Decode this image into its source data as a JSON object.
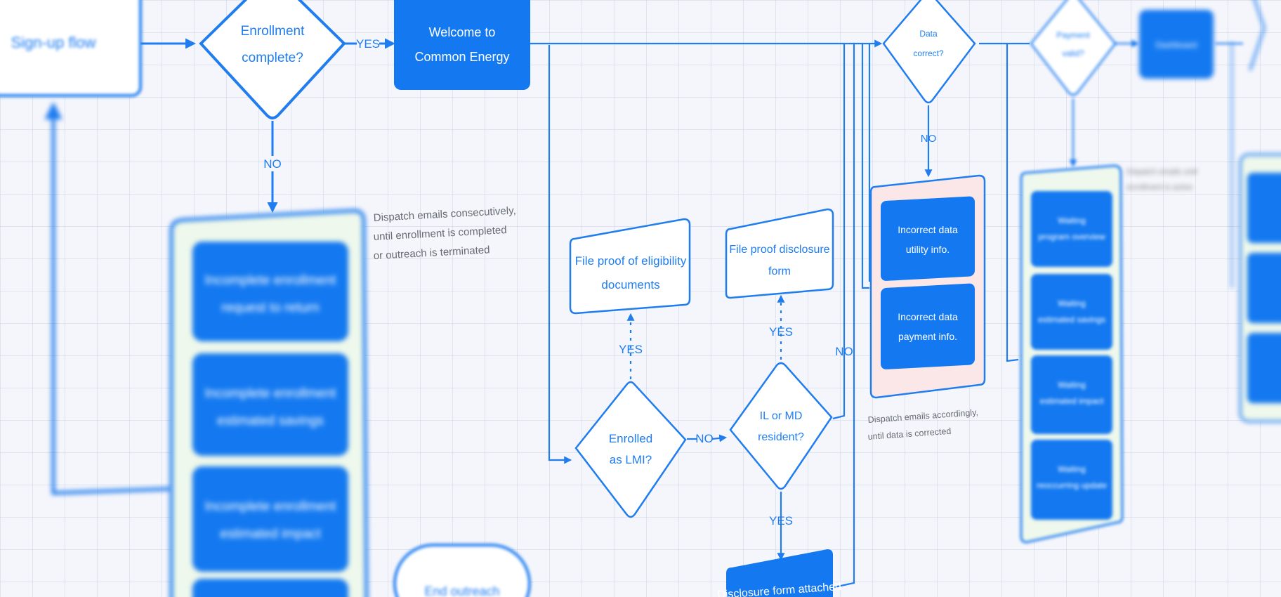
{
  "colors": {
    "accent": "#1479f0",
    "line": "#1f7df0",
    "node_fill": "#ffffff",
    "group_green_bg": "#eef8ec",
    "group_pink_bg": "#fbe7e8",
    "note_text": "#666c75",
    "grid": "#cfd6ea"
  },
  "nodes": {
    "signup": "Sign-up flow",
    "enrollment_q1": "Enrollment",
    "enrollment_q2": "complete?",
    "welcome1": "Welcome to",
    "welcome2": "Common Energy",
    "file_elig1": "File proof of eligibility",
    "file_elig2": "documents",
    "file_disc1": "File proof disclosure",
    "file_disc2": "form",
    "lmi1": "Enrolled",
    "lmi2": "as LMI?",
    "ilmd1": "IL or MD",
    "ilmd2": "resident?",
    "disclosure_attached": "Disclosure form attached",
    "data_correct1": "Data",
    "data_correct2": "correct?",
    "payment_q1": "Payment",
    "payment_q2": "valid?",
    "far_action": "Dashboard",
    "end_outreach": "End outreach"
  },
  "edge_labels": {
    "yes_welcome": "YES",
    "no_enrollment": "NO",
    "yes_eligibility": "YES",
    "no_lmi": "NO",
    "yes_disclosure": "YES",
    "yes_attached": "YES",
    "no_ilmd": "NO",
    "no_data": "NO"
  },
  "incomplete_group": [
    {
      "l1": "Incomplete enrollment",
      "l2": "request to return"
    },
    {
      "l1": "Incomplete enrollment",
      "l2": "estimated savings"
    },
    {
      "l1": "Incomplete enrollment",
      "l2": "estimated impact"
    }
  ],
  "incorrect_group": [
    {
      "l1": "Incorrect data",
      "l2": "utility info."
    },
    {
      "l1": "Incorrect data",
      "l2": "payment info."
    }
  ],
  "waiting_group": [
    {
      "l1": "Waiting",
      "l2": "program overview"
    },
    {
      "l1": "Waiting",
      "l2": "estimated savings"
    },
    {
      "l1": "Waiting",
      "l2": "estimated impact"
    },
    {
      "l1": "Waiting",
      "l2": "reoccurring update"
    }
  ],
  "notes": {
    "dispatch1": "Dispatch emails consecutively,",
    "dispatch2": "until enrollment is completed",
    "dispatch3": "or outreach is terminated",
    "accord1": "Dispatch emails accordingly,",
    "accord2": "until data is corrected",
    "right1": "Dispatch emails until",
    "right2": "enrollment is active"
  }
}
